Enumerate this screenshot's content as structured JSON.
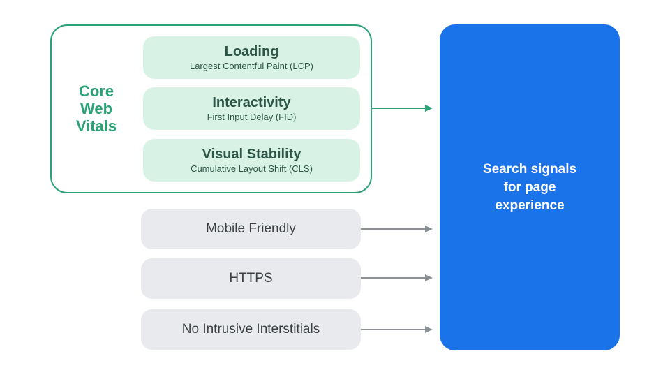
{
  "colors": {
    "green": "#2BA275",
    "green_light": "#D8F3E6",
    "green_text": "#2D5548",
    "blue": "#1A73E8",
    "gray_fill": "#E8EAED",
    "gray_text": "#3C4043",
    "arrow_gray": "#8C9196",
    "white": "#FFFFFF"
  },
  "core_web_vitals": {
    "label": "Core\nWeb\nVitals",
    "items": [
      {
        "title": "Loading",
        "subtitle": "Largest Contentful Paint (LCP)"
      },
      {
        "title": "Interactivity",
        "subtitle": "First Input Delay (FID)"
      },
      {
        "title": "Visual Stability",
        "subtitle": "Cumulative Layout Shift (CLS)"
      }
    ]
  },
  "other_signals": [
    {
      "label": "Mobile Friendly"
    },
    {
      "label": "HTTPS"
    },
    {
      "label": "No Intrusive Interstitials"
    }
  ],
  "result": {
    "label": "Search signals\nfor page\nexperience"
  }
}
